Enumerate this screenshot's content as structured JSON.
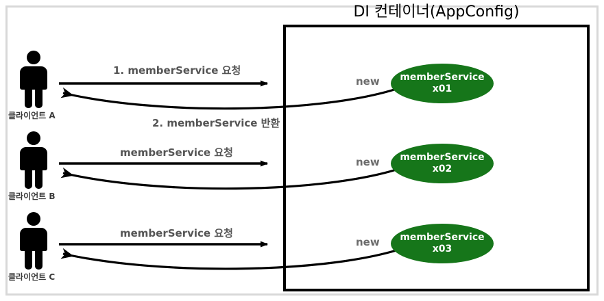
{
  "diagram": {
    "container_title": "DI 컨테이너(AppConfig)",
    "clients": [
      {
        "label": "클라이언트 A"
      },
      {
        "label": "클라이언트 B"
      },
      {
        "label": "클라이언트 C"
      }
    ],
    "rows": [
      {
        "request_label": "1. memberService 요청",
        "return_label": "2. memberService 반환",
        "new_label": "new",
        "bean_name": "memberService",
        "bean_id": "x01"
      },
      {
        "request_label": "memberService 요청",
        "return_label": "",
        "new_label": "new",
        "bean_name": "memberService",
        "bean_id": "x02"
      },
      {
        "request_label": "memberService 요청",
        "return_label": "",
        "new_label": "new",
        "bean_name": "memberService",
        "bean_id": "x03"
      }
    ],
    "colors": {
      "bean_green": "#16761a",
      "bean_text": "#ffffff",
      "arrow_black": "#000000",
      "label_gray": "#555555",
      "outer_frame_gray": "#d8d8d8"
    }
  }
}
